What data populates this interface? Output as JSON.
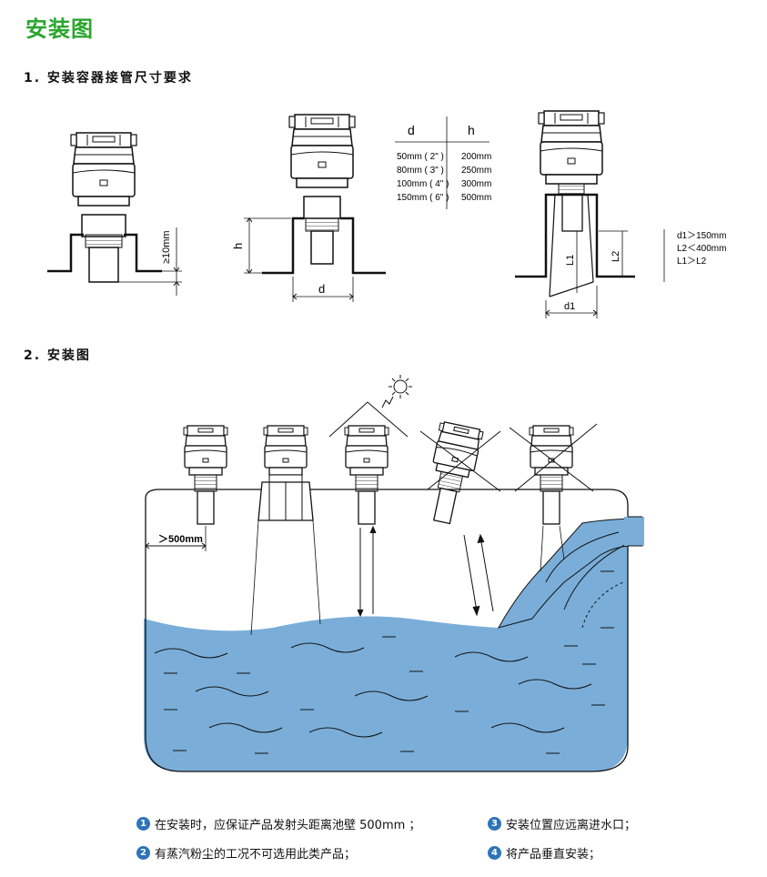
{
  "title": "安装图",
  "section1": "1. 安装容器接管尺寸要求",
  "section2": "2. 安装图",
  "fig1": {
    "dim_label": "≥10mm"
  },
  "fig2": {
    "h_label": "h",
    "d_label": "d"
  },
  "table": {
    "col_d": "d",
    "col_h": "h",
    "rows": [
      {
        "d": "50mm ( 2\" )",
        "h": "200mm"
      },
      {
        "d": "80mm ( 3\" )",
        "h": "250mm"
      },
      {
        "d": "100mm ( 4\" )",
        "h": "300mm"
      },
      {
        "d": "150mm ( 6\" )",
        "h": "500mm"
      }
    ]
  },
  "fig3": {
    "l1": "L1",
    "l2": "L2",
    "d1": "d1",
    "conditions": [
      "d1＞150mm",
      "L2＜400mm",
      "L1＞L2"
    ]
  },
  "install": {
    "wall_label": "＞500mm"
  },
  "notes": [
    {
      "num": "1",
      "text": "在安装时，应保证产品发射头距离池壁 500mm ；"
    },
    {
      "num": "2",
      "text": "有蒸汽粉尘的工况不可选用此类产品；"
    },
    {
      "num": "3",
      "text": "安装位置应远离进水口；"
    },
    {
      "num": "4",
      "text": "将产品垂直安装；"
    }
  ],
  "colors": {
    "title": "#29a62e",
    "water": "#7aaed9",
    "badge": "#2f73b8"
  }
}
